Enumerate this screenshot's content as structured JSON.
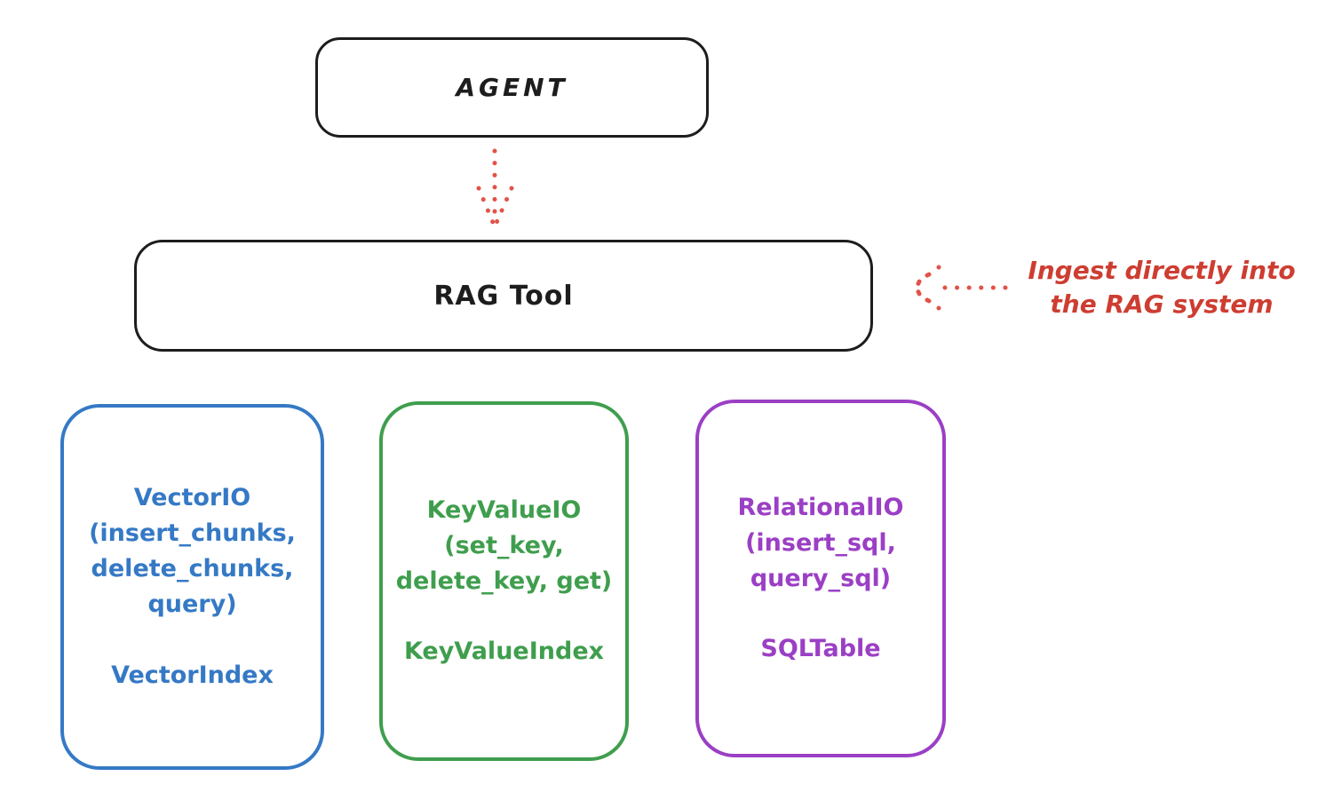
{
  "diagram": {
    "agent": {
      "label": "AGENT"
    },
    "rag_tool": {
      "label": "RAG Tool"
    },
    "annotation": {
      "text": "Ingest directly into\nthe RAG system"
    },
    "stores": [
      {
        "name": "vector-io",
        "methods": "VectorIO\n(insert_chunks,\ndelete_chunks,\nquery)",
        "index": "VectorIndex",
        "color": "#3579c5"
      },
      {
        "name": "keyvalue-io",
        "methods": "KeyValueIO\n(set_key,\ndelete_key, get)",
        "index": "KeyValueIndex",
        "color": "#3f9e4d"
      },
      {
        "name": "relational-io",
        "methods": "RelationalIO\n(insert_sql,\nquery_sql)",
        "index": "SQLTable",
        "color": "#9b3fc5"
      }
    ],
    "colors": {
      "box_border_black": "#1d1d1d",
      "annotation_red": "#ce3d31",
      "arrow_red": "#e15349",
      "blue": "#3579c5",
      "green": "#3f9e4d",
      "purple": "#9b3fc5",
      "background": "#ffffff"
    }
  }
}
